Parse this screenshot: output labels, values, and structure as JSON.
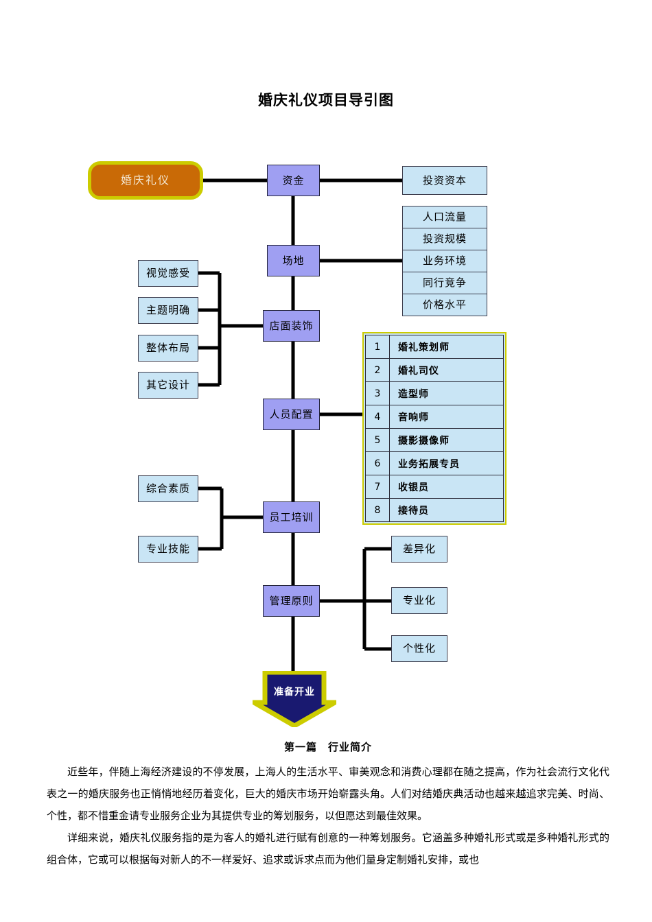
{
  "document": {
    "title": "婚庆礼仪项目导引图"
  },
  "diagram": {
    "root": {
      "label": "婚庆礼仪"
    },
    "trunk": [
      {
        "label": "资金"
      },
      {
        "label": "场地"
      },
      {
        "label": "店面装饰"
      },
      {
        "label": "人员配置"
      },
      {
        "label": "员工培训"
      },
      {
        "label": "管理原则"
      }
    ],
    "funding_children": [
      {
        "label": "投资资本"
      }
    ],
    "venue_children": [
      {
        "label": "人口流量"
      },
      {
        "label": "投资规模"
      },
      {
        "label": "业务环境"
      },
      {
        "label": "同行竞争"
      },
      {
        "label": "价格水平"
      }
    ],
    "decoration_children": [
      {
        "label": "视觉感受"
      },
      {
        "label": "主题明确"
      },
      {
        "label": "整体布局"
      },
      {
        "label": "其它设计"
      }
    ],
    "training_children": [
      {
        "label": "综合素质"
      },
      {
        "label": "专业技能"
      }
    ],
    "principle_children": [
      {
        "label": "差异化"
      },
      {
        "label": "专业化"
      },
      {
        "label": "个性化"
      }
    ],
    "personnel_table": {
      "rows": [
        {
          "no": "1",
          "name": "婚礼策划师"
        },
        {
          "no": "2",
          "name": "婚礼司仪"
        },
        {
          "no": "3",
          "name": "造型师"
        },
        {
          "no": "4",
          "name": "音响师"
        },
        {
          "no": "5",
          "name": "摄影摄像师"
        },
        {
          "no": "6",
          "name": "业务拓展专员"
        },
        {
          "no": "7",
          "name": "收银员"
        },
        {
          "no": "8",
          "name": "接待员"
        }
      ]
    },
    "terminal": {
      "label": "准备开业"
    },
    "colors": {
      "root_fill": "#c96a06",
      "root_border": "#cccc00",
      "trunk_fill": "#9f9ff2",
      "leaf_fill": "#c9e5f5",
      "table_border": "#cccc00",
      "terminal_fill": "#191970",
      "terminal_border": "#cccc00",
      "connector": "#000000"
    }
  },
  "body": {
    "heading": "第一篇　行业简介",
    "paragraphs": [
      "近些年，伴随上海经济建设的不停发展，上海人的生活水平、审美观念和消费心理都在随之提高，作为社会流行文化代表之一的婚庆服务也正悄悄地经历着变化，巨大的婚庆市场开始崭露头角。人们对结婚庆典活动也越来越追求完美、时尚、个性，都不惜重金请专业服务企业为其提供专业的筹划服务，以但愿达到最佳效果。",
      "详细来说，婚庆礼仪服务指的是为客人的婚礼进行赋有创意的一种筹划服务。它涵盖多种婚礼形式或是多种婚礼形式的组合体，它或可以根据每对新人的不一样爱好、追求或诉求点而为他们量身定制婚礼安排，或也"
    ]
  }
}
